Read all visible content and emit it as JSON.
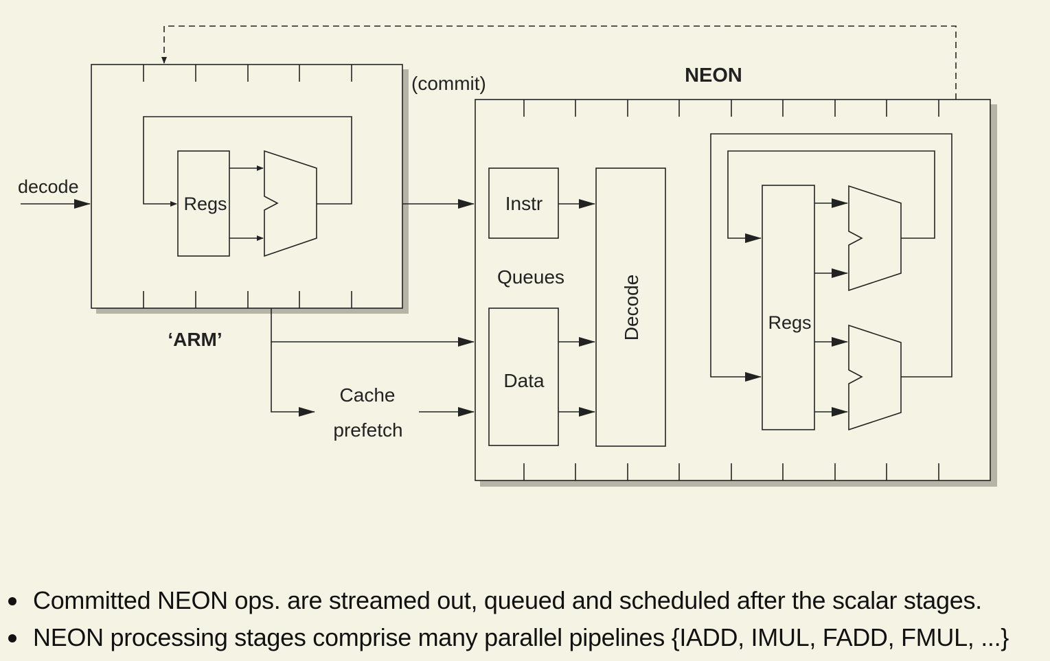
{
  "labels": {
    "commit": "(commit)",
    "neon": "NEON",
    "decode_in": "decode",
    "arm_regs": "Regs",
    "arm": "‘ARM’",
    "instr": "Instr",
    "queues": "Queues",
    "data": "Data",
    "decode": "Decode",
    "neon_regs": "Regs",
    "cache": "Cache",
    "prefetch": "prefetch"
  },
  "bullets": [
    "Committed NEON ops. are streamed out, queued and scheduled after the scalar stages.",
    "NEON processing stages comprise many parallel pipelines {IADD, IMUL, FADD, FMUL, ...}"
  ],
  "colors": {
    "background": "#f5f4e4",
    "line": "#222222",
    "shadow": "#b5b4a6"
  }
}
